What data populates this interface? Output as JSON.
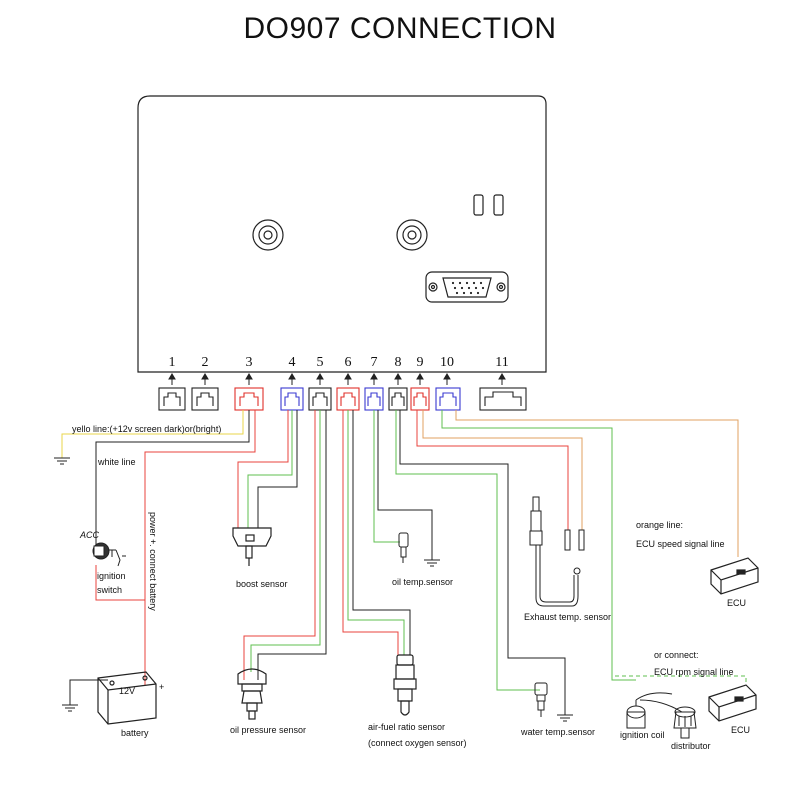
{
  "title": "DO907 CONNECTION",
  "pins": [
    "1",
    "2",
    "3",
    "4",
    "5",
    "6",
    "7",
    "8",
    "9",
    "10",
    "11"
  ],
  "labels": {
    "yellow_line": "yello line:(+12v screen dark)or(bright)",
    "white_line": "white line",
    "acc": "ACC",
    "ignition": "ignition",
    "switch": "switch",
    "power": "power +. connect battery",
    "battery_voltage": "12V",
    "battery_plus": "+",
    "battery": "battery",
    "boost_sensor": "boost sensor",
    "oil_temp_sensor": "oil temp.sensor",
    "oil_pressure_sensor": "oil pressure sensor",
    "af_ratio_sensor": "air-fuel ratio sensor",
    "af_ratio_note": "(connect oxygen sensor)",
    "exhaust_temp_sensor": "Exhaust temp. sensor",
    "water_temp_sensor": "water temp.sensor",
    "orange_line": "orange line:",
    "ecu_speed": "ECU speed signal line",
    "ecu_1": "ECU",
    "or_connect": "or  connect:",
    "ecu_rpm": "ECU rpm signal line",
    "ignition_coil": "ignition coil",
    "distributor": "distributor",
    "ecu_2": "ECU"
  },
  "colors": {
    "red": "#e8433c",
    "green": "#5fbf4f",
    "yellow": "#e8d64a",
    "orange": "#e0a060",
    "blue_connector": "#3a3ad0",
    "red_connector": "#e0302a",
    "black": "#222222"
  }
}
